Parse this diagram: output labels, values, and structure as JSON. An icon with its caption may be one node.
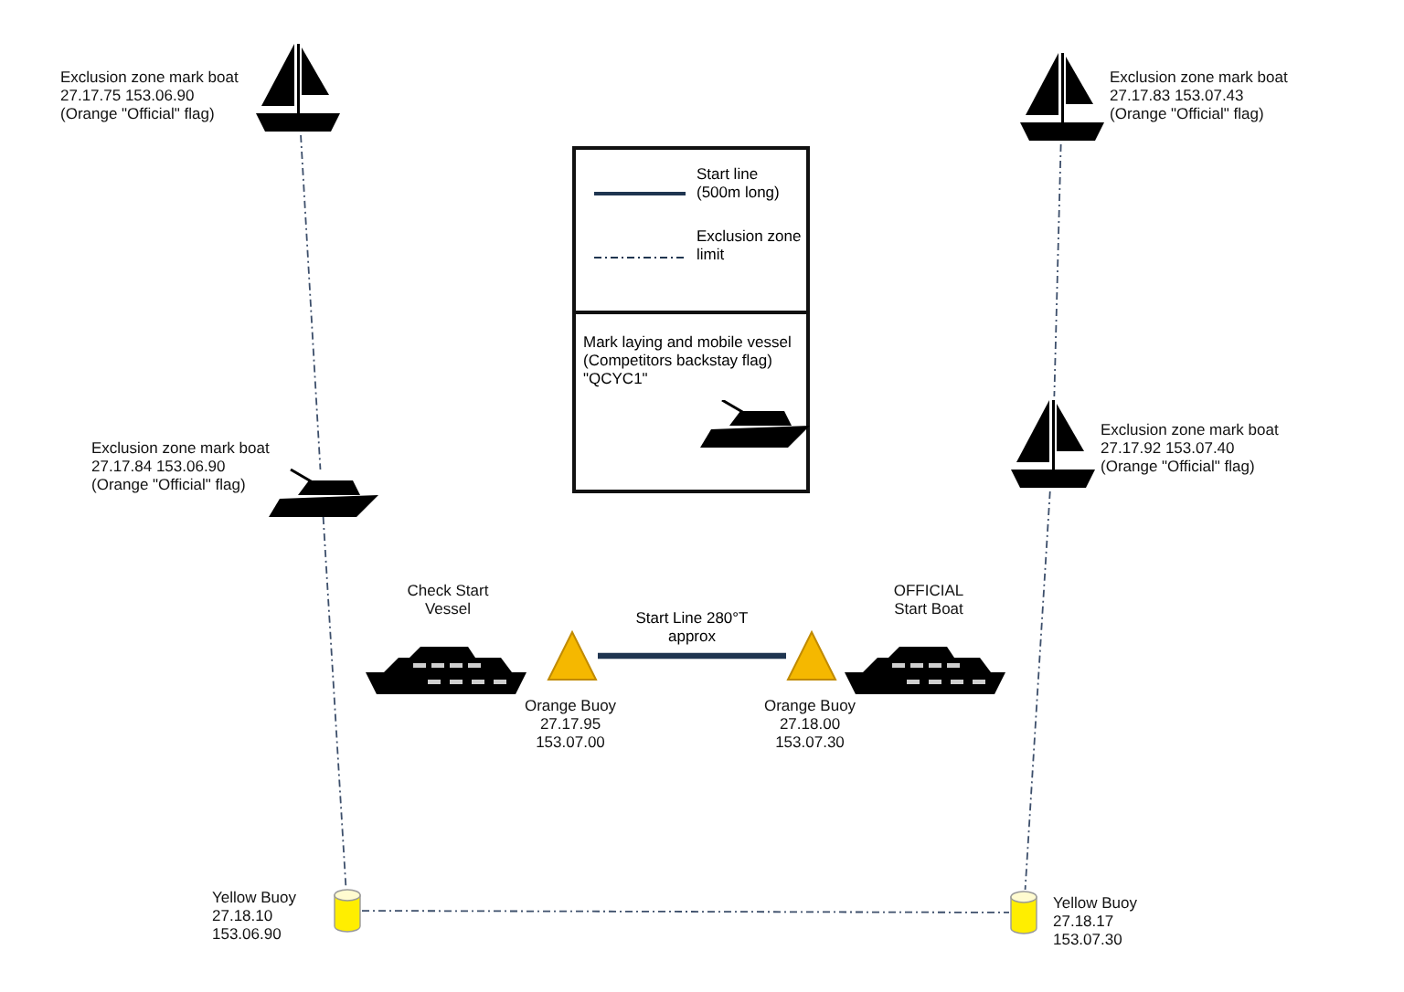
{
  "diagram": {
    "nodes": [
      {
        "text": [],
        "shape": "sailboat",
        "beside": [
          "Exclusion zone mark boat",
          "27.17.75 153.06.90",
          "(Orange \"Official\" flag)"
        ]
      },
      {
        "text": [],
        "shape": "sailboat",
        "beside": [
          "Exclusion zone mark boat",
          "27.17.83 153.07.43",
          "(Orange \"Official\" flag)"
        ]
      },
      {
        "text": [],
        "shape": "motorboat",
        "beside": [
          "Exclusion zone mark boat",
          "27.17.84 153.06.90",
          "(Orange \"Official\" flag)"
        ]
      },
      {
        "text": [],
        "shape": "sailboat",
        "beside": [
          "Exclusion zone mark boat",
          "27.17.92 153.07.40",
          "(Orange \"Official\" flag)"
        ]
      },
      {
        "text": [],
        "shape": "ship",
        "beside": [
          "Check Start Vessel"
        ]
      },
      {
        "text": [],
        "shape": "triangle",
        "beside": [
          "Orange Buoy",
          "27.17.95",
          "153.07.00"
        ]
      },
      {
        "text": [],
        "shape": "triangle",
        "beside": [
          "Orange Buoy",
          "27.18.00",
          "153.07.30"
        ]
      },
      {
        "text": [],
        "shape": "ship",
        "beside": [
          "OFFICIAL Start Boat"
        ]
      },
      {
        "text": [],
        "shape": "cylinder",
        "beside": [
          "Yellow Buoy",
          "27.18.10",
          "153.06.90"
        ]
      },
      {
        "text": [],
        "shape": "cylinder",
        "beside": [
          "Yellow Buoy",
          "27.18.17",
          "153.07.30"
        ]
      }
    ],
    "edges": [
      {
        "from": 0,
        "to": 2,
        "arrow": "none",
        "style": "dashed"
      },
      {
        "from": 2,
        "to": 8,
        "arrow": "none",
        "style": "dashed"
      },
      {
        "from": 1,
        "to": 3,
        "arrow": "none",
        "style": "dashed"
      },
      {
        "from": 3,
        "to": 9,
        "arrow": "none",
        "style": "dashed"
      },
      {
        "from": 8,
        "to": 9,
        "arrow": "none",
        "style": "dashed"
      },
      {
        "from": 5,
        "to": 6,
        "arrow": "none",
        "label": "Start Line 280°T approx",
        "style": "thick",
        "color": "#1f3550"
      }
    ],
    "legend": [
      {
        "text": "Start line (500m long)"
      },
      {
        "text": "Exclusion zone limit"
      },
      {
        "text": "Mark laying and mobile vessel (Competitors backstay flag) \"QCYC1\""
      }
    ]
  }
}
